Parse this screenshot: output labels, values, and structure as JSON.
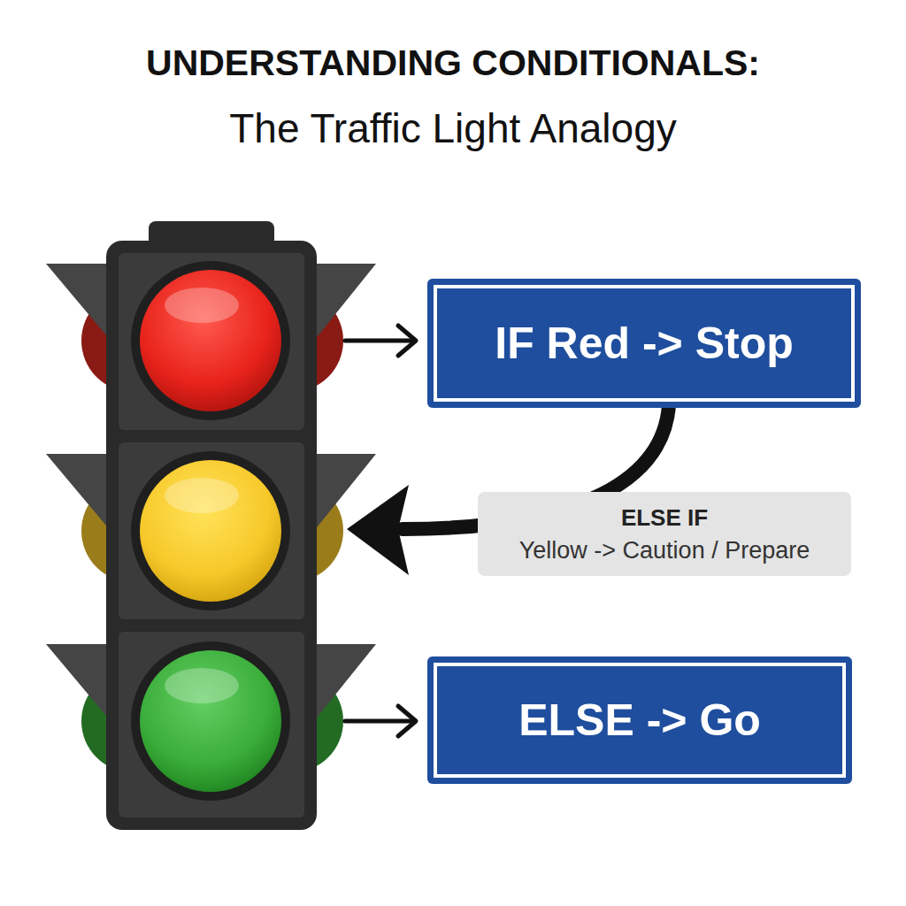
{
  "diagram": {
    "title": "UNDERSTANDING CONDITIONALS:",
    "nodes": [
      {
        "text": [
          "IF Red -> Stop"
        ]
      },
      {
        "text": [
          "ELSE IF",
          "Yellow -> Caution / Prepare"
        ]
      },
      {
        "text": [
          "ELSE -> Go"
        ]
      }
    ],
    "labels": [
      "The Traffic Light Analogy"
    ]
  }
}
